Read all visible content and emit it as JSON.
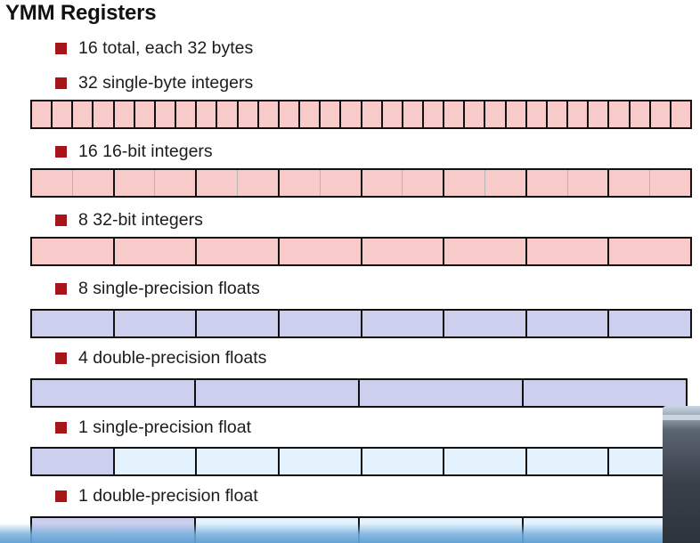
{
  "slide": {
    "title": "YMM Registers",
    "bullets": {
      "b0": "16 total, each 32 bytes",
      "b1": "32 single-byte integers",
      "b2": "16 16-bit integers",
      "b3": "8 32-bit integers",
      "b4": "8 single-precision floats",
      "b5": "4 double-precision floats",
      "b6": "1 single-precision float",
      "b7": "1 double-precision float"
    }
  },
  "registers": {
    "byte_integers": {
      "segments": 32,
      "kind": "integer"
    },
    "int16": {
      "segments": 16,
      "kind": "integer"
    },
    "int32": {
      "segments": 8,
      "kind": "integer"
    },
    "single_floats": {
      "segments": 8,
      "kind": "float"
    },
    "double_floats": {
      "segments": 4,
      "kind": "float"
    },
    "one_single_float": {
      "segments": 8,
      "used": 1,
      "kind": "float"
    },
    "one_double_float": {
      "segments": 4,
      "used": 1,
      "kind": "float"
    }
  },
  "colors": {
    "bullet_marker": "#a5161a",
    "integer_fill": "#f9caca",
    "float_fill": "#cccfee",
    "unused_fill": "#e3f2fc",
    "border": "#111111"
  }
}
